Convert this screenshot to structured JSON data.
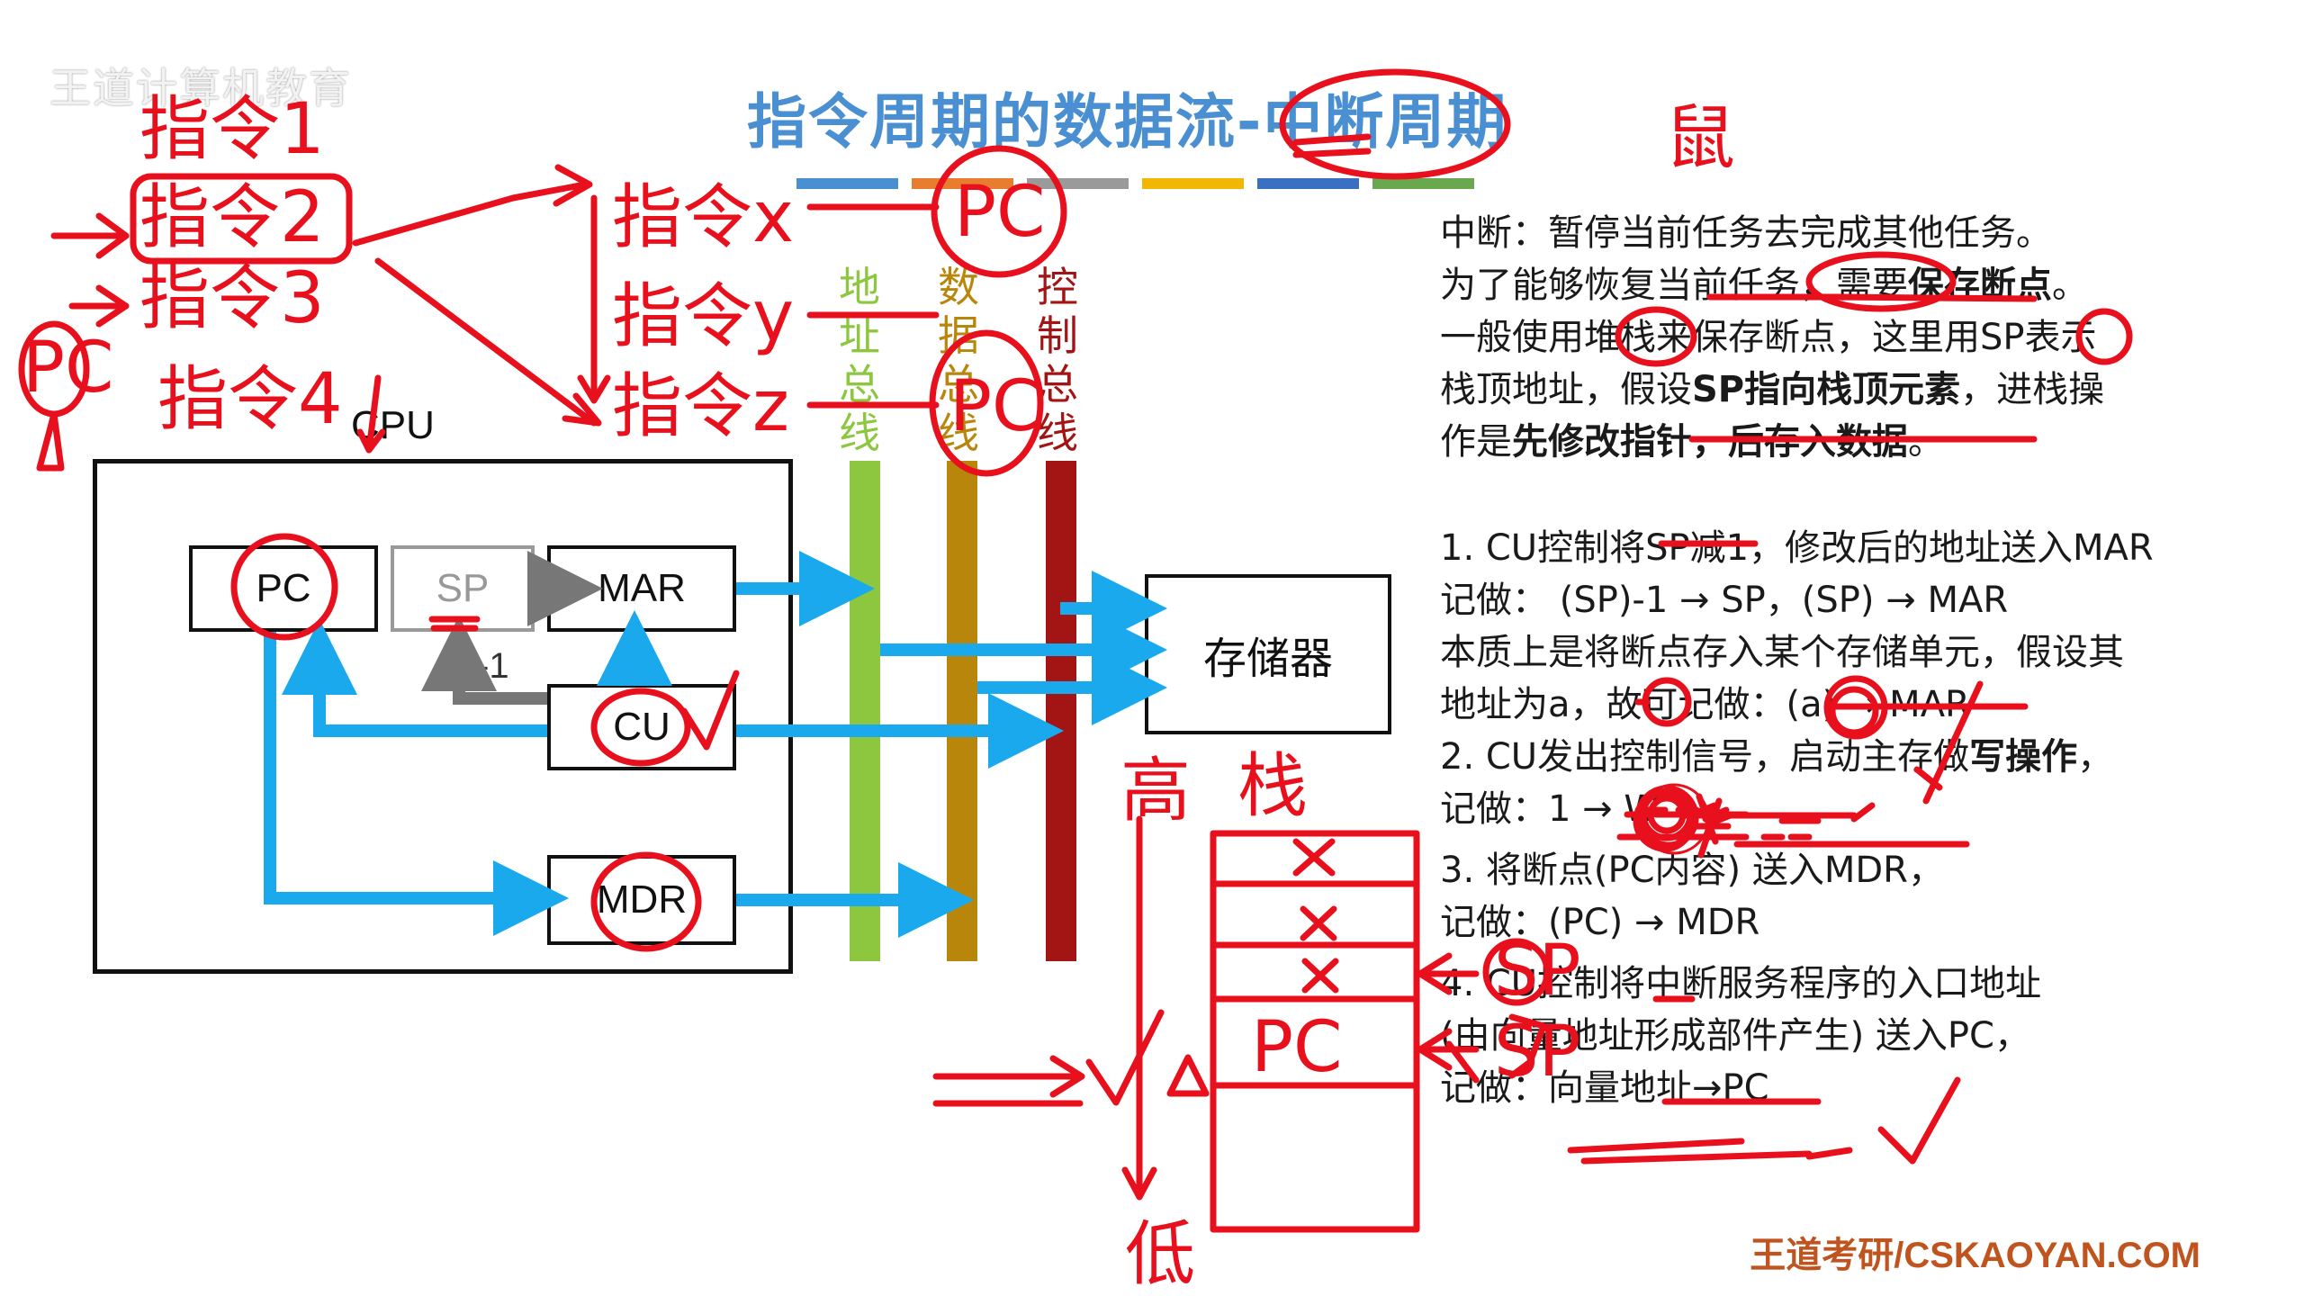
{
  "watermark": "王道计算机教育",
  "title": "指令周期的数据流-中断周期",
  "colors": {
    "title_blue": "#4a8fd1",
    "arrow_blue": "#19a9ec",
    "address_bus": "#8dc63f",
    "data_bus": "#b8860b",
    "control_bus": "#a31515",
    "annotation_red": "#e8101c",
    "brand_orange": "#c0541f",
    "stripes": [
      "#4a8fd1",
      "#e87d2f",
      "#9a9a9a",
      "#f2b705",
      "#3a6fc1",
      "#6aa84f"
    ]
  },
  "diagram": {
    "cpu_label": "CPU",
    "pc": "PC",
    "sp": "SP",
    "mar": "MAR",
    "cu": "CU",
    "mdr": "MDR",
    "minus_one": "-1",
    "memory": "存储器",
    "buses": {
      "address": "地址总线",
      "data": "数据总线",
      "control": "控制总线"
    }
  },
  "explanation": {
    "line1": "中断：暂停当前任务去完成其他任务。",
    "line2a": "为了能够恢复当前任务，需要",
    "line2b": "保存断点",
    "line2c": "。",
    "line3": "一般使用堆栈来保存断点，这里用SP表示",
    "line4a": "栈顶地址，假设",
    "line4b": "SP指向栈顶元素",
    "line4c": "，进栈操",
    "line5a": "作是",
    "line5b": "先修改指针，后存入数据",
    "line5c": "。"
  },
  "steps": {
    "s1a": "1. CU控制将SP减1，修改后的地址送入MAR",
    "s1b": "记做： (SP)-1 → SP，(SP) → MAR",
    "s1c": "本质上是将断点存入某个存储单元，假设其",
    "s1d": "地址为a，故可记做：(a) → MAR",
    "s2a_1": "2. CU发出控制信号，启动主存做",
    "s2a_2": "写操作",
    "s2a_3": "，",
    "s2b": "记做：1 → W",
    "s3a": "3. 将断点(PC内容) 送入MDR，",
    "s3b": "记做：(PC) → MDR",
    "s4a": "4. CU控制将中断服务程序的入口地址",
    "s4b": "(由向量地址形成部件产生) 送入PC，",
    "s4c": "记做：向量地址→PC"
  },
  "brand": "王道考研/CSKAOYAN.COM"
}
